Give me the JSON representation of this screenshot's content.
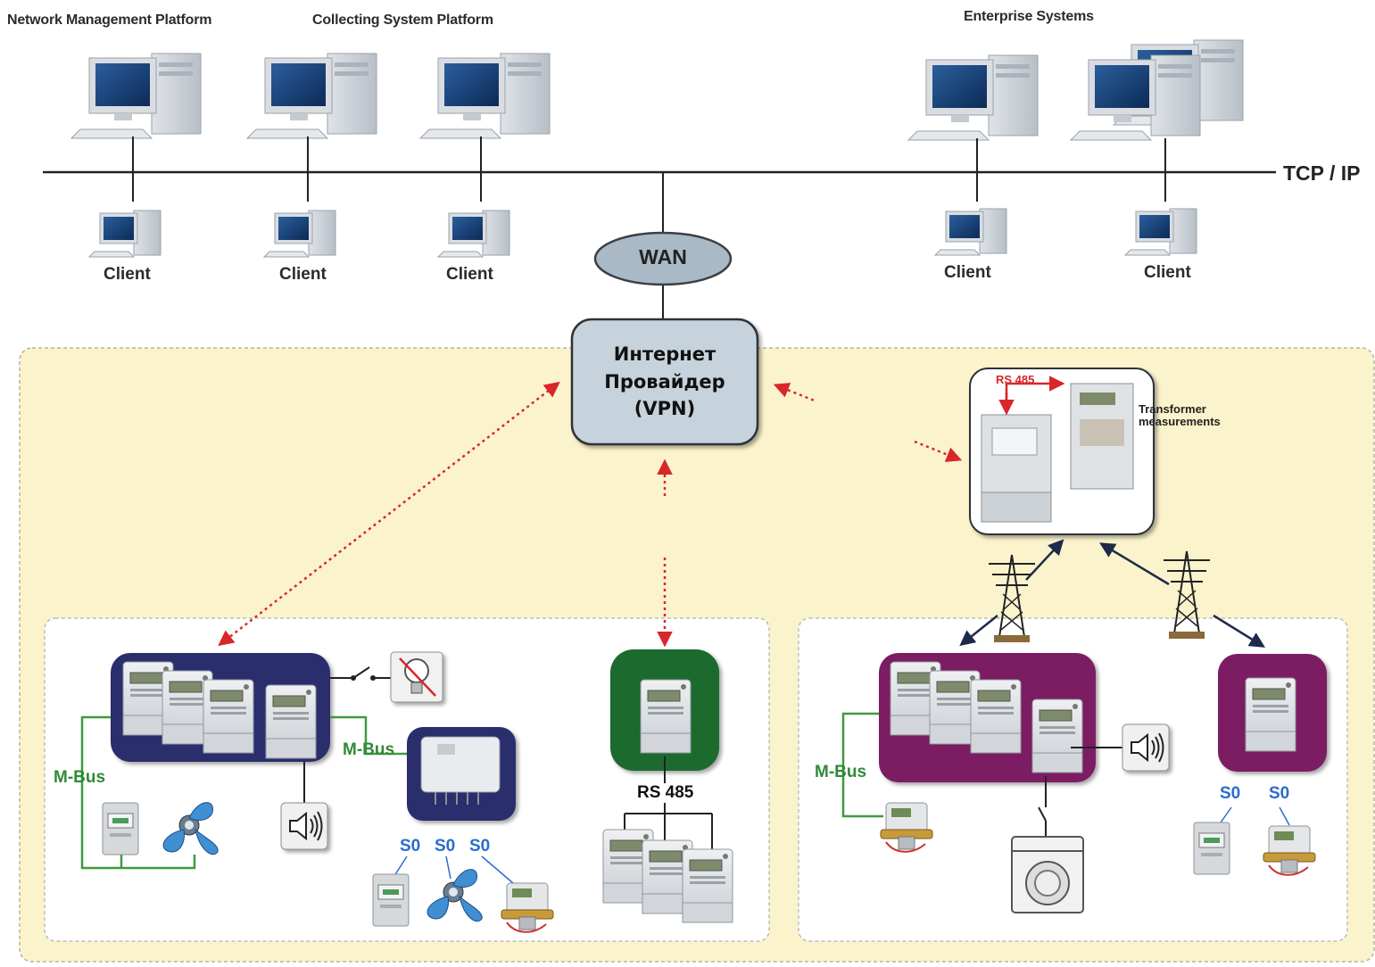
{
  "headers": {
    "network_management": "Network Management Platform",
    "collecting_system": "Collecting System Platform",
    "enterprise_systems": "Enterprise Systems"
  },
  "network": {
    "tcp_ip": "TCP / IP",
    "wan": "WAN",
    "client_label": "Client"
  },
  "clients": [
    "Client",
    "Client",
    "Client",
    "Client",
    "Client"
  ],
  "isp": {
    "line1": "Интернет",
    "line2": "Провайдер",
    "line3": "(VPN)"
  },
  "transformer": {
    "rs485": "RS 485",
    "label_line1": "Transformer",
    "label_line2": "measurements"
  },
  "bus_labels": {
    "mbus_left": "M-Bus",
    "mbus_mid": "M-Bus",
    "mbus_right": "M-Bus",
    "rs485_green": "RS 485",
    "s0": "S0"
  },
  "colors": {
    "zone_fill": "#fbf3cc",
    "navy_box": "#2b2e6c",
    "purple_box": "#7c1d62",
    "green_box": "#1e6b2d",
    "red_dashed": "#d8262a",
    "bus_green": "#3f9a3f",
    "isp_fill": "#c6d3dc",
    "wan_fill": "#a9b9c6"
  }
}
